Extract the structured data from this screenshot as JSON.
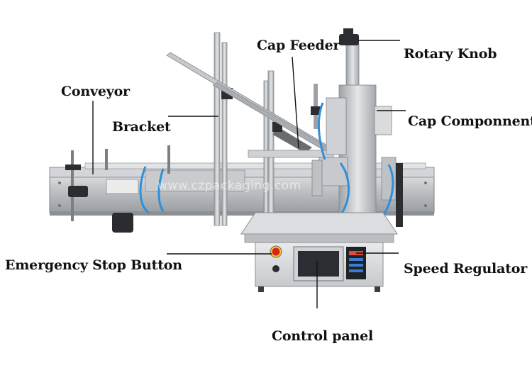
{
  "labels": {
    "conveyor": "Conveyor",
    "bracket": "Bracket",
    "cap_feeder": "Cap Feeder",
    "rotary_knob": "Rotary Knob",
    "cap_component": "Cap Componnent",
    "emergency_stop": "Emergency Stop Button",
    "speed_regulator": "Speed Regulator",
    "control_panel": "Control panel"
  },
  "watermark": "www.czpackaging.com",
  "colors": {
    "frame_steel": "#b9bcc0",
    "frame_dark": "#8e9297",
    "tubing": "#2f8fd8",
    "stop_button": "#e02020",
    "screen": "#2a2e33"
  }
}
